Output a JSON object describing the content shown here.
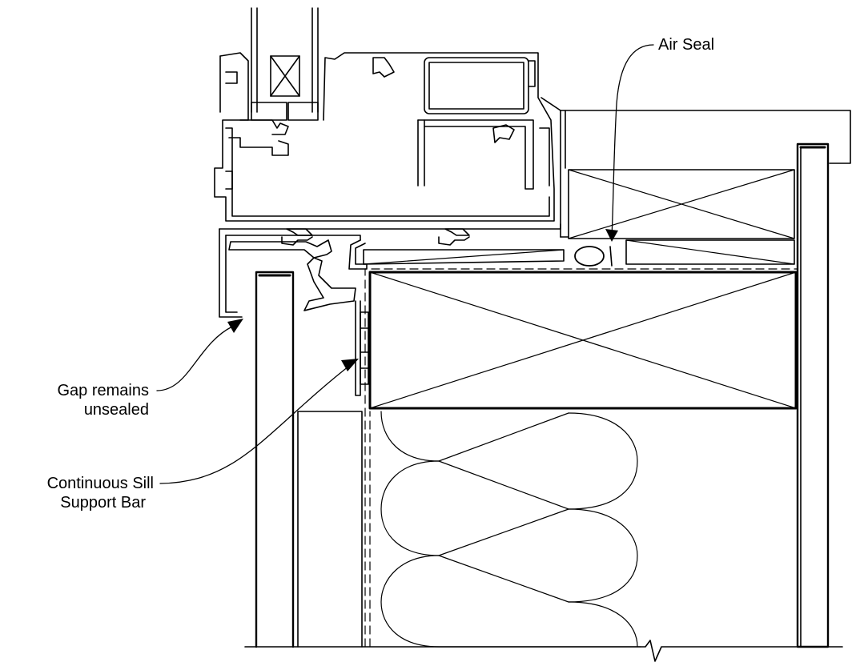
{
  "labels": {
    "air_seal": "Air Seal",
    "gap_line1": "Gap remains",
    "gap_line2": "unsealed",
    "sill_line1": "Continuous Sill",
    "sill_line2": "Support Bar"
  },
  "colors": {
    "ink": "#000000",
    "paper": "#ffffff"
  }
}
